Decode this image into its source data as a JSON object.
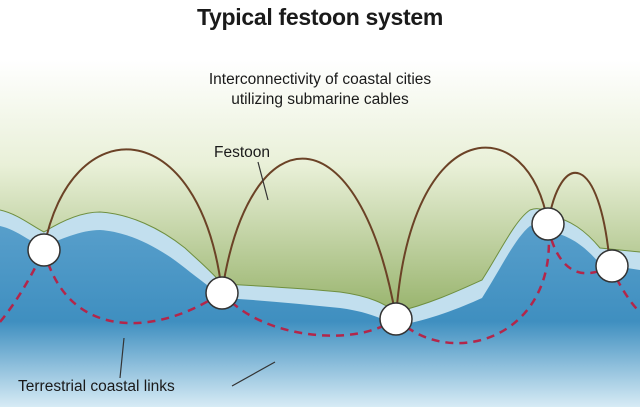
{
  "title": "Typical festoon system",
  "subtitle": "Interconnectivity of coastal cities\nutilizing submarine cables",
  "labels": {
    "festoon": "Festoon",
    "terrestrial_links": "Terrestrial coastal links"
  },
  "colors": {
    "land_top": "#ffffff",
    "land_bottom": "#7ea04a",
    "shallow_water": "#c2dfee",
    "deep_water": "#3f8fc0",
    "festoon_cable": "#6b4226",
    "terrestrial_link": "#b3264a",
    "leader_line": "#333333",
    "city_node": "#ffffff"
  }
}
